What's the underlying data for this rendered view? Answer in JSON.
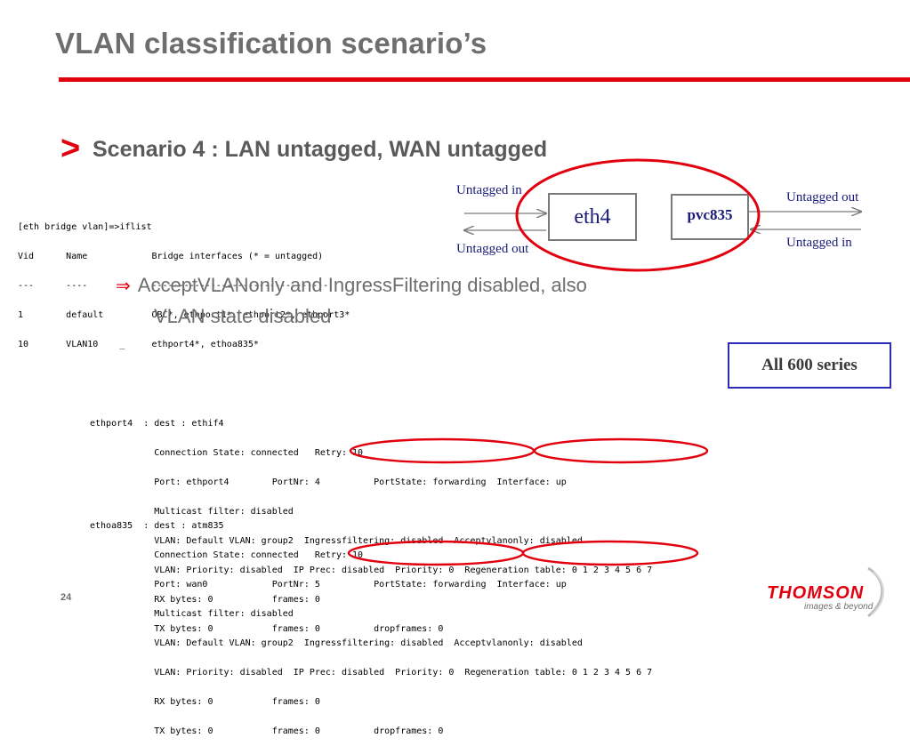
{
  "slide": {
    "title": "VLAN classification scenario’s",
    "scenario_bullet": ">",
    "scenario_text": "Scenario 4 : LAN untagged, WAN untagged",
    "page_number": "24"
  },
  "iflist": {
    "lines": [
      "[eth bridge vlan]=>iflist",
      "Vid      Name            Bridge interfaces (* = untagged)",
      "---      ----            ---------------------------------",
      "1        default         OBC*, ethport1*, ethport2*, ethport3*",
      "10       VLAN10    _     ethport4*, ethoa835*"
    ]
  },
  "diagram": {
    "left_box": "eth4",
    "right_box": "pvc835",
    "label_untagged_in_left": "Untagged in",
    "label_untagged_out_left": "Untagged out",
    "label_untagged_out_right": "Untagged out",
    "label_untagged_in_right": "Untagged in",
    "line_color": "#7a7a7a",
    "highlight_color": "#e2000f"
  },
  "conclusion": {
    "symbol": "⇒",
    "line1": "AcceptVLANonly and IngressFiltering disabled, also",
    "line2": "VLAN state disabled"
  },
  "series_box": "All 600 series",
  "port_ethport4": {
    "lines": [
      "ethport4  : dest : ethif4",
      "            Connection State: connected   Retry: 10",
      "            Port: ethport4        PortNr: 4          PortState: forwarding  Interface: up",
      "            Multicast filter: disabled",
      "            VLAN: Default VLAN: group2  Ingressfiltering: disabled  Acceptvlanonly: disabled",
      "            VLAN: Priority: disabled  IP Prec: disabled  Priority: 0  Regeneration table: 0 1 2 3 4 5 6 7",
      "            RX bytes: 0           frames: 0",
      "            TX bytes: 0           frames: 0          dropframes: 0"
    ]
  },
  "port_ethoa835": {
    "lines": [
      "ethoa835  : dest : atm835",
      "            Connection State: connected   Retry: 10",
      "            Port: wan0            PortNr: 5          PortState: forwarding  Interface: up",
      "            Multicast filter: disabled",
      "            VLAN: Default VLAN: group2  Ingressfiltering: disabled  Acceptvlanonly: disabled",
      "            VLAN: Priority: disabled  IP Prec: disabled  Priority: 0  Regeneration table: 0 1 2 3 4 5 6 7",
      "            RX bytes: 0           frames: 0",
      "            TX bytes: 0           frames: 0          dropframes: 0"
    ]
  },
  "logo": {
    "name": "THOMSON",
    "tagline": "images & beyond"
  }
}
